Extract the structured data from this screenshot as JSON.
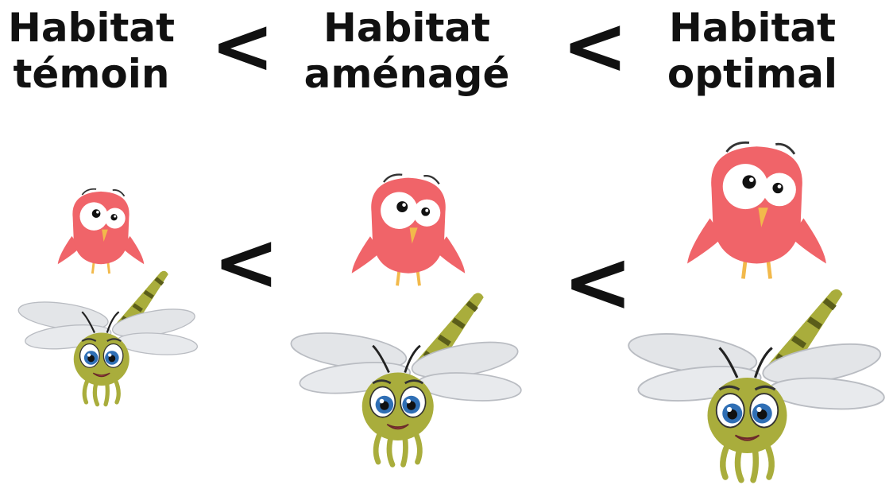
{
  "headings": [
    {
      "line1": "Habitat",
      "line2": "témoin"
    },
    {
      "line1": "Habitat",
      "line2": "aménagé"
    },
    {
      "line1": "Habitat",
      "line2": "optimal"
    }
  ],
  "comparator": "<",
  "colors": {
    "bird_body": "#f06469",
    "bird_beak": "#f2b94b",
    "dragonfly_body": "#a9ad3c",
    "dragonfly_dark": "#5a5d1a",
    "wing": "#e3e5e8",
    "eye_iris": "#2f6fb5",
    "text": "#111111"
  }
}
